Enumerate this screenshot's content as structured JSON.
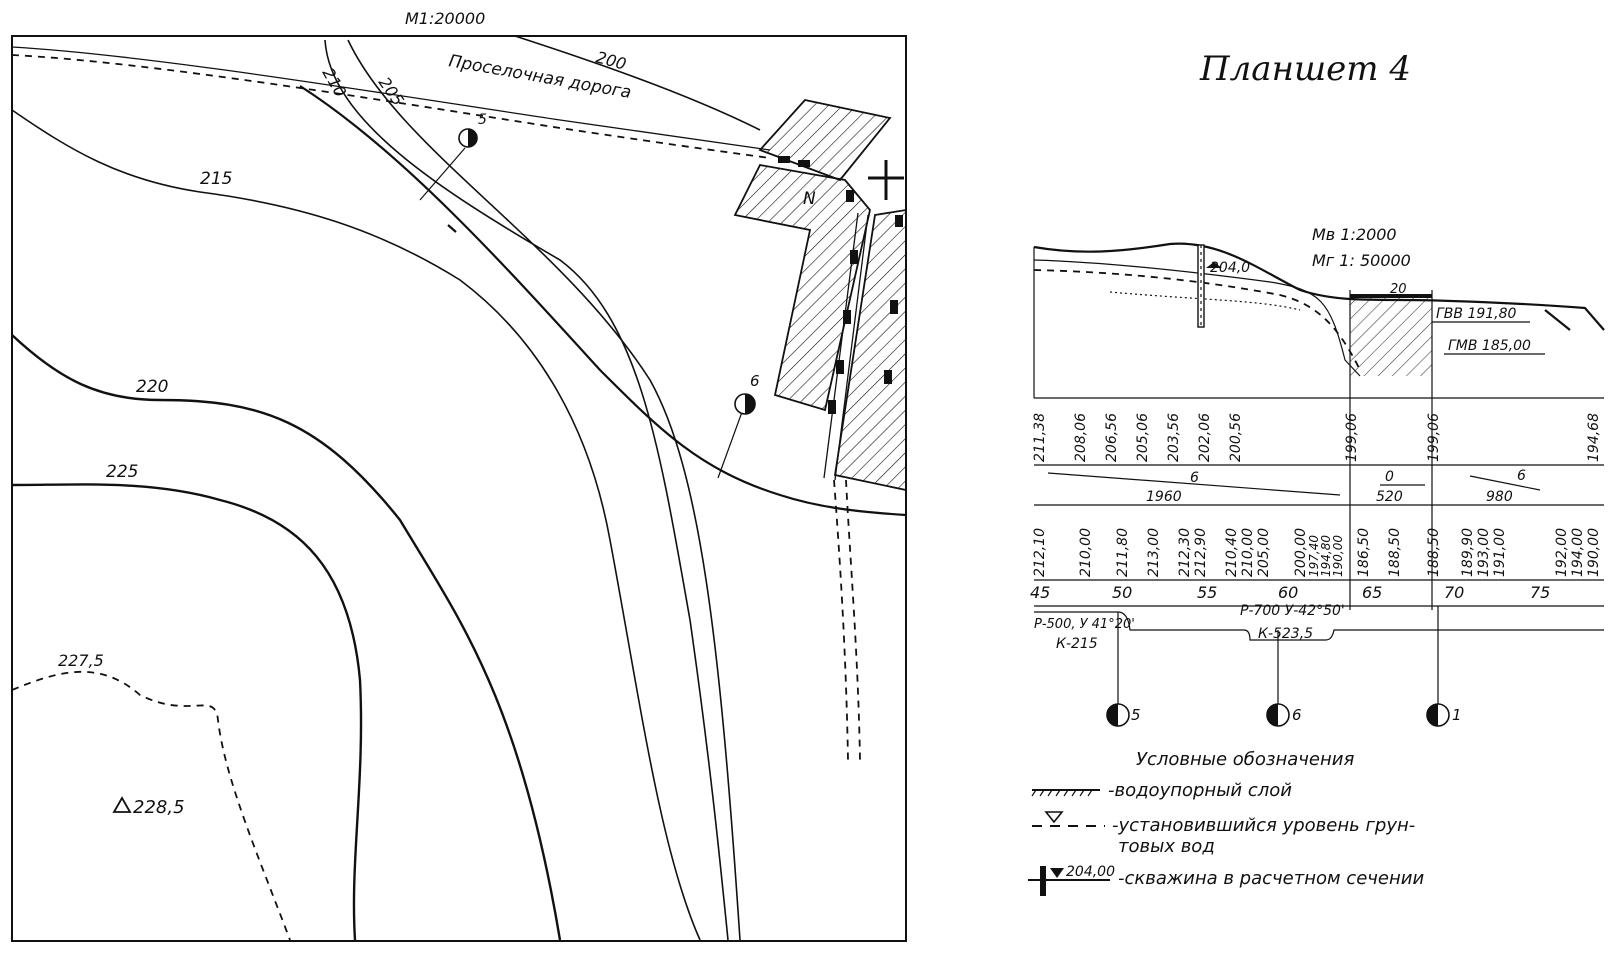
{
  "map": {
    "scale": "M1:20000",
    "road_label": "Проселочная дорога",
    "contour_labels": [
      "200",
      "205",
      "210",
      "215",
      "220",
      "225",
      "227,5"
    ],
    "benchmark": "228,5",
    "borehole_5": "5",
    "borehole_6": "6",
    "north": "N"
  },
  "sheet_title": "Планшет 4",
  "profile": {
    "scale_vertical": "Мв 1:2000",
    "scale_horizontal": "Мг 1: 50000",
    "well_level": "204,0",
    "road_mark": "20",
    "gvv": "ГВВ 191,80",
    "gmv": "ГМВ 185,00",
    "design_elevations": [
      "211,38",
      "208,06",
      "206,56",
      "205,06",
      "203,56",
      "202,06",
      "200,56",
      "199,06",
      "199,06",
      "194,68"
    ],
    "slopes": [
      {
        "value": "6",
        "length": "1960"
      },
      {
        "value": "0",
        "length": "520"
      },
      {
        "value": "6",
        "length": "980"
      }
    ],
    "ground_elevations": [
      "212,10",
      "210,00",
      "211,80",
      "213,00",
      "212,30",
      "212,90",
      "210,40",
      "210,00",
      "205,00",
      "200,00",
      "197,40",
      "194,80",
      "190,00",
      "186,50",
      "188,50",
      "188,50",
      "189,90",
      "193,00",
      "191,00",
      "192,00",
      "194,00",
      "190,00"
    ],
    "pickets": [
      "45",
      "50",
      "55",
      "60",
      "65",
      "70",
      "75"
    ],
    "curve_1": {
      "line1": "Р-500, У 41°20'",
      "line2": "К-215"
    },
    "curve_2": {
      "line1": "Р-700 У-42°50'",
      "line2": "К-523,5"
    },
    "boreholes": [
      "5",
      "6",
      "1"
    ]
  },
  "legend": {
    "title": "Условные обозначения",
    "items": [
      {
        "label": "-водоупорный слой"
      },
      {
        "label": "-установившийся уровень грун-",
        "label2": "товых вод"
      },
      {
        "label": "-скважина в расчетном сечении",
        "mark": "204,00"
      }
    ]
  }
}
